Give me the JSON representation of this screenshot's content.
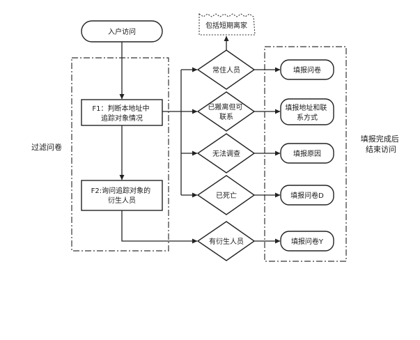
{
  "nodes": {
    "entry": "入户访问",
    "f1": [
      "F1：判断本地址中",
      "追踪对象情况"
    ],
    "f2": [
      "F2:询问追踪对象的",
      "衍生人员"
    ],
    "d_resident": "常住人员",
    "d_moved": [
      "已搬离但可",
      "联系"
    ],
    "d_no_survey": "无法调查",
    "d_dead": "已死亡",
    "d_derived": "有衍生人员",
    "r_questionnaire": "填报问卷",
    "r_address": [
      "填报地址和联",
      "系方式"
    ],
    "r_reason": "填报原因",
    "r_questionnaire_d": "填报问卷D",
    "r_questionnaire_y": "填报问卷Y",
    "note": "包括短期离家"
  },
  "groups": {
    "filter": "过滤问卷",
    "end": [
      "填报完成后",
      "结束访问"
    ]
  }
}
